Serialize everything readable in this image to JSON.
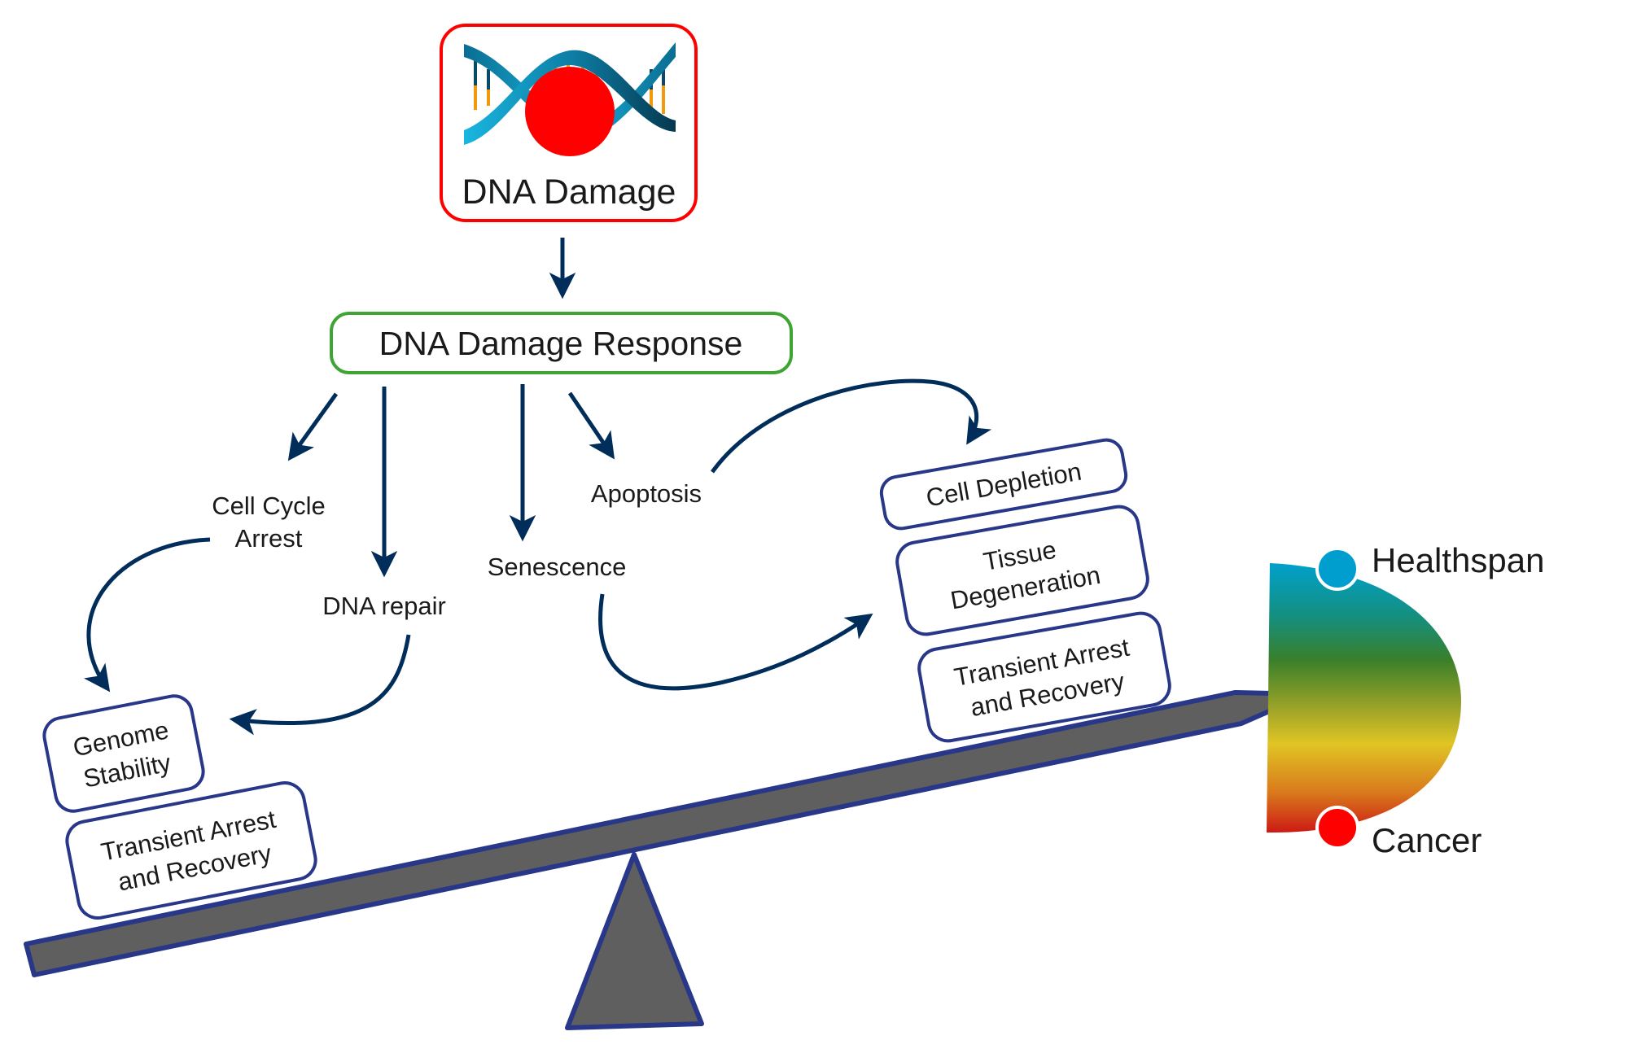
{
  "diagram": {
    "top_node": {
      "label": "DNA Damage",
      "border_color": "#ff0000",
      "lesion_color": "#ff0000"
    },
    "response_node": {
      "label": "DNA Damage Response",
      "border_color": "#3ea535"
    },
    "outcomes": {
      "cell_cycle_arrest": {
        "line1": "Cell Cycle",
        "line2": "Arrest"
      },
      "dna_repair": {
        "label": "DNA repair"
      },
      "senescence": {
        "label": "Senescence"
      },
      "apoptosis": {
        "label": "Apoptosis"
      }
    },
    "left_pan": {
      "boxes": [
        {
          "line1": "Genome",
          "line2": "Stability"
        },
        {
          "line1": "Transient Arrest",
          "line2": "and Recovery"
        }
      ]
    },
    "right_pan": {
      "boxes": [
        {
          "line1": "Cell Depletion"
        },
        {
          "line1": "Tissue",
          "line2": "Degeneration"
        },
        {
          "line1": "Transient Arrest",
          "line2": "and Recovery"
        }
      ]
    },
    "gauge": {
      "top_label": "Healthspan",
      "bottom_label": "Cancer",
      "top_dot_color": "#009ecf",
      "bottom_dot_color": "#ff0000",
      "gradient_colors": [
        "#00a0cc",
        "#158f7e",
        "#3a7f2a",
        "#a2a628",
        "#e0c524",
        "#d97a1c",
        "#cc1a14"
      ]
    },
    "colors": {
      "arrow": "#002d5a",
      "box_border": "#283788",
      "beam_fill": "#5f5f5f",
      "beam_border": "#283788"
    }
  }
}
